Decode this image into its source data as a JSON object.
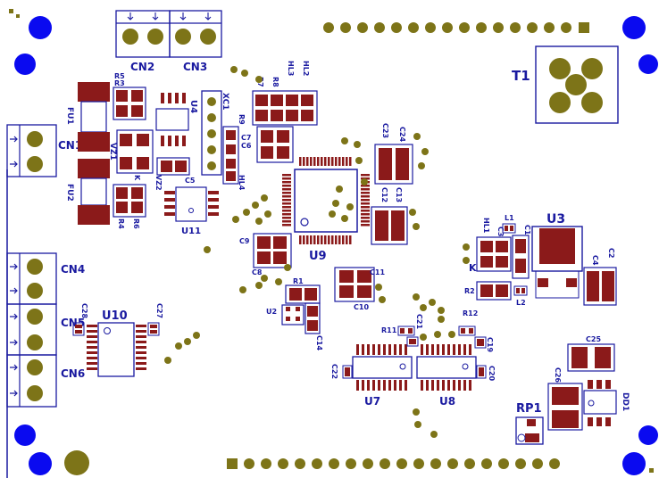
{
  "colors": {
    "pad": "#8b1a1a",
    "via": "#7d7418",
    "outline": "#1a1aa0",
    "mount_hole": "#0a0af0",
    "background": "#ffffff"
  },
  "labels": {
    "CN1": "CN1",
    "CN2": "CN2",
    "CN3": "CN3",
    "CN4": "CN4",
    "CN5": "CN5",
    "CN6": "CN6",
    "T1": "T1",
    "U3": "U3",
    "U4": "U4",
    "U7": "U7",
    "U8": "U8",
    "U9": "U9",
    "U10": "U10",
    "U11": "U11",
    "U2": "U2",
    "FU1": "FU1",
    "FU2": "FU2",
    "VZ1": "VZ1",
    "VZ2": "VZ2",
    "XC1": "XC1",
    "R3": "R3",
    "R4": "R4",
    "R5": "R5",
    "R6": "R6",
    "R7": "R7",
    "R8": "R8",
    "R9": "R9",
    "R1": "R1",
    "R2": "R2",
    "R11": "R11",
    "R12": "R12",
    "HL1": "HL1",
    "HL2": "HL2",
    "HL3": "HL3",
    "HL4": "HL4",
    "C1": "C1",
    "C2": "C2",
    "C3": "C3",
    "C4": "C4",
    "C5": "C5",
    "C6": "C6",
    "C7": "C7",
    "C8": "C8",
    "C9": "C9",
    "C10": "C10",
    "C11": "C11",
    "C12": "C12",
    "C13": "C13",
    "C14": "C14",
    "C19": "C19",
    "C20": "C20",
    "C21": "C21",
    "C22": "C22",
    "C23": "C23",
    "C24": "C24",
    "C25": "C25",
    "C26": "C26",
    "C27": "C27",
    "C28": "C28",
    "L1": "L1",
    "L2": "L2",
    "K": "K",
    "RP1": "RP1",
    "DD1": "DD1",
    "K_mark": "K",
    "K_mark2": "K"
  }
}
